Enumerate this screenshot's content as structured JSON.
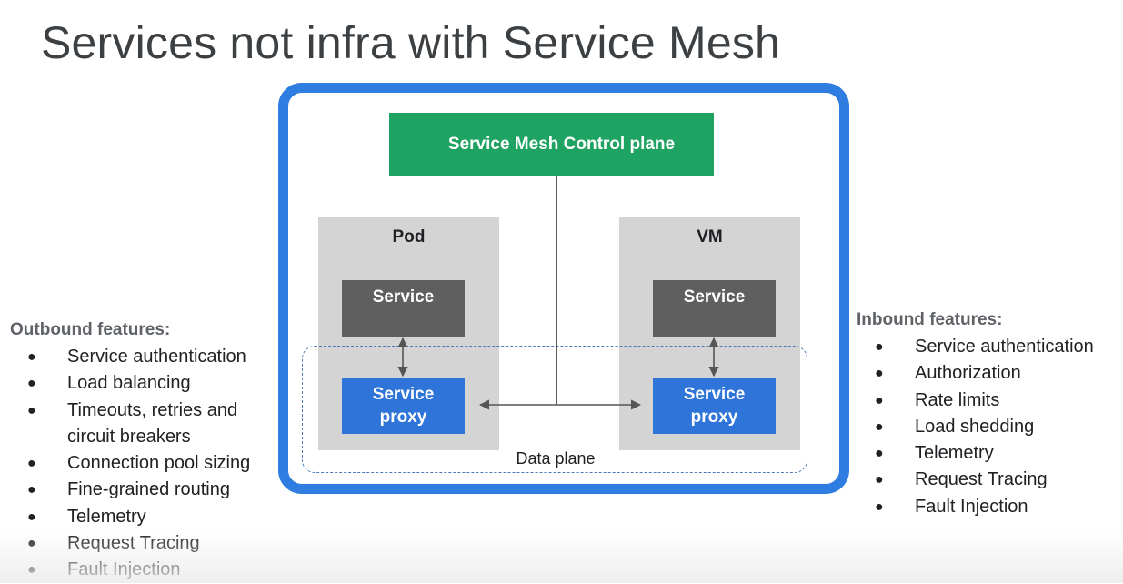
{
  "slide": {
    "title": "Services not infra with Service Mesh"
  },
  "diagram": {
    "control_plane": "Service Mesh Control plane",
    "pod": {
      "label": "Pod",
      "service": "Service",
      "proxy_line1": "Service",
      "proxy_line2": "proxy"
    },
    "vm": {
      "label": "VM",
      "service": "Service",
      "proxy_line1": "Service",
      "proxy_line2": "proxy"
    },
    "data_plane": "Data plane",
    "colors": {
      "frame": "#2f7de1",
      "control_plane": "#1ea362",
      "service": "#5f5f5f",
      "proxy": "#2f74d8",
      "host": "#d4d4d4"
    }
  },
  "outbound": {
    "title": "Outbound features:",
    "items": [
      "Service authentication",
      "Load balancing",
      "Timeouts, retries and",
      "circuit breakers",
      "Connection pool sizing",
      "Fine-grained routing",
      "Telemetry",
      "Request Tracing",
      "Fault Injection"
    ]
  },
  "inbound": {
    "title": "Inbound features:",
    "items": [
      "Service authentication",
      "Authorization",
      "Rate limits",
      "Load shedding",
      "Telemetry",
      "Request Tracing",
      "Fault Injection"
    ]
  },
  "bullet": "●"
}
